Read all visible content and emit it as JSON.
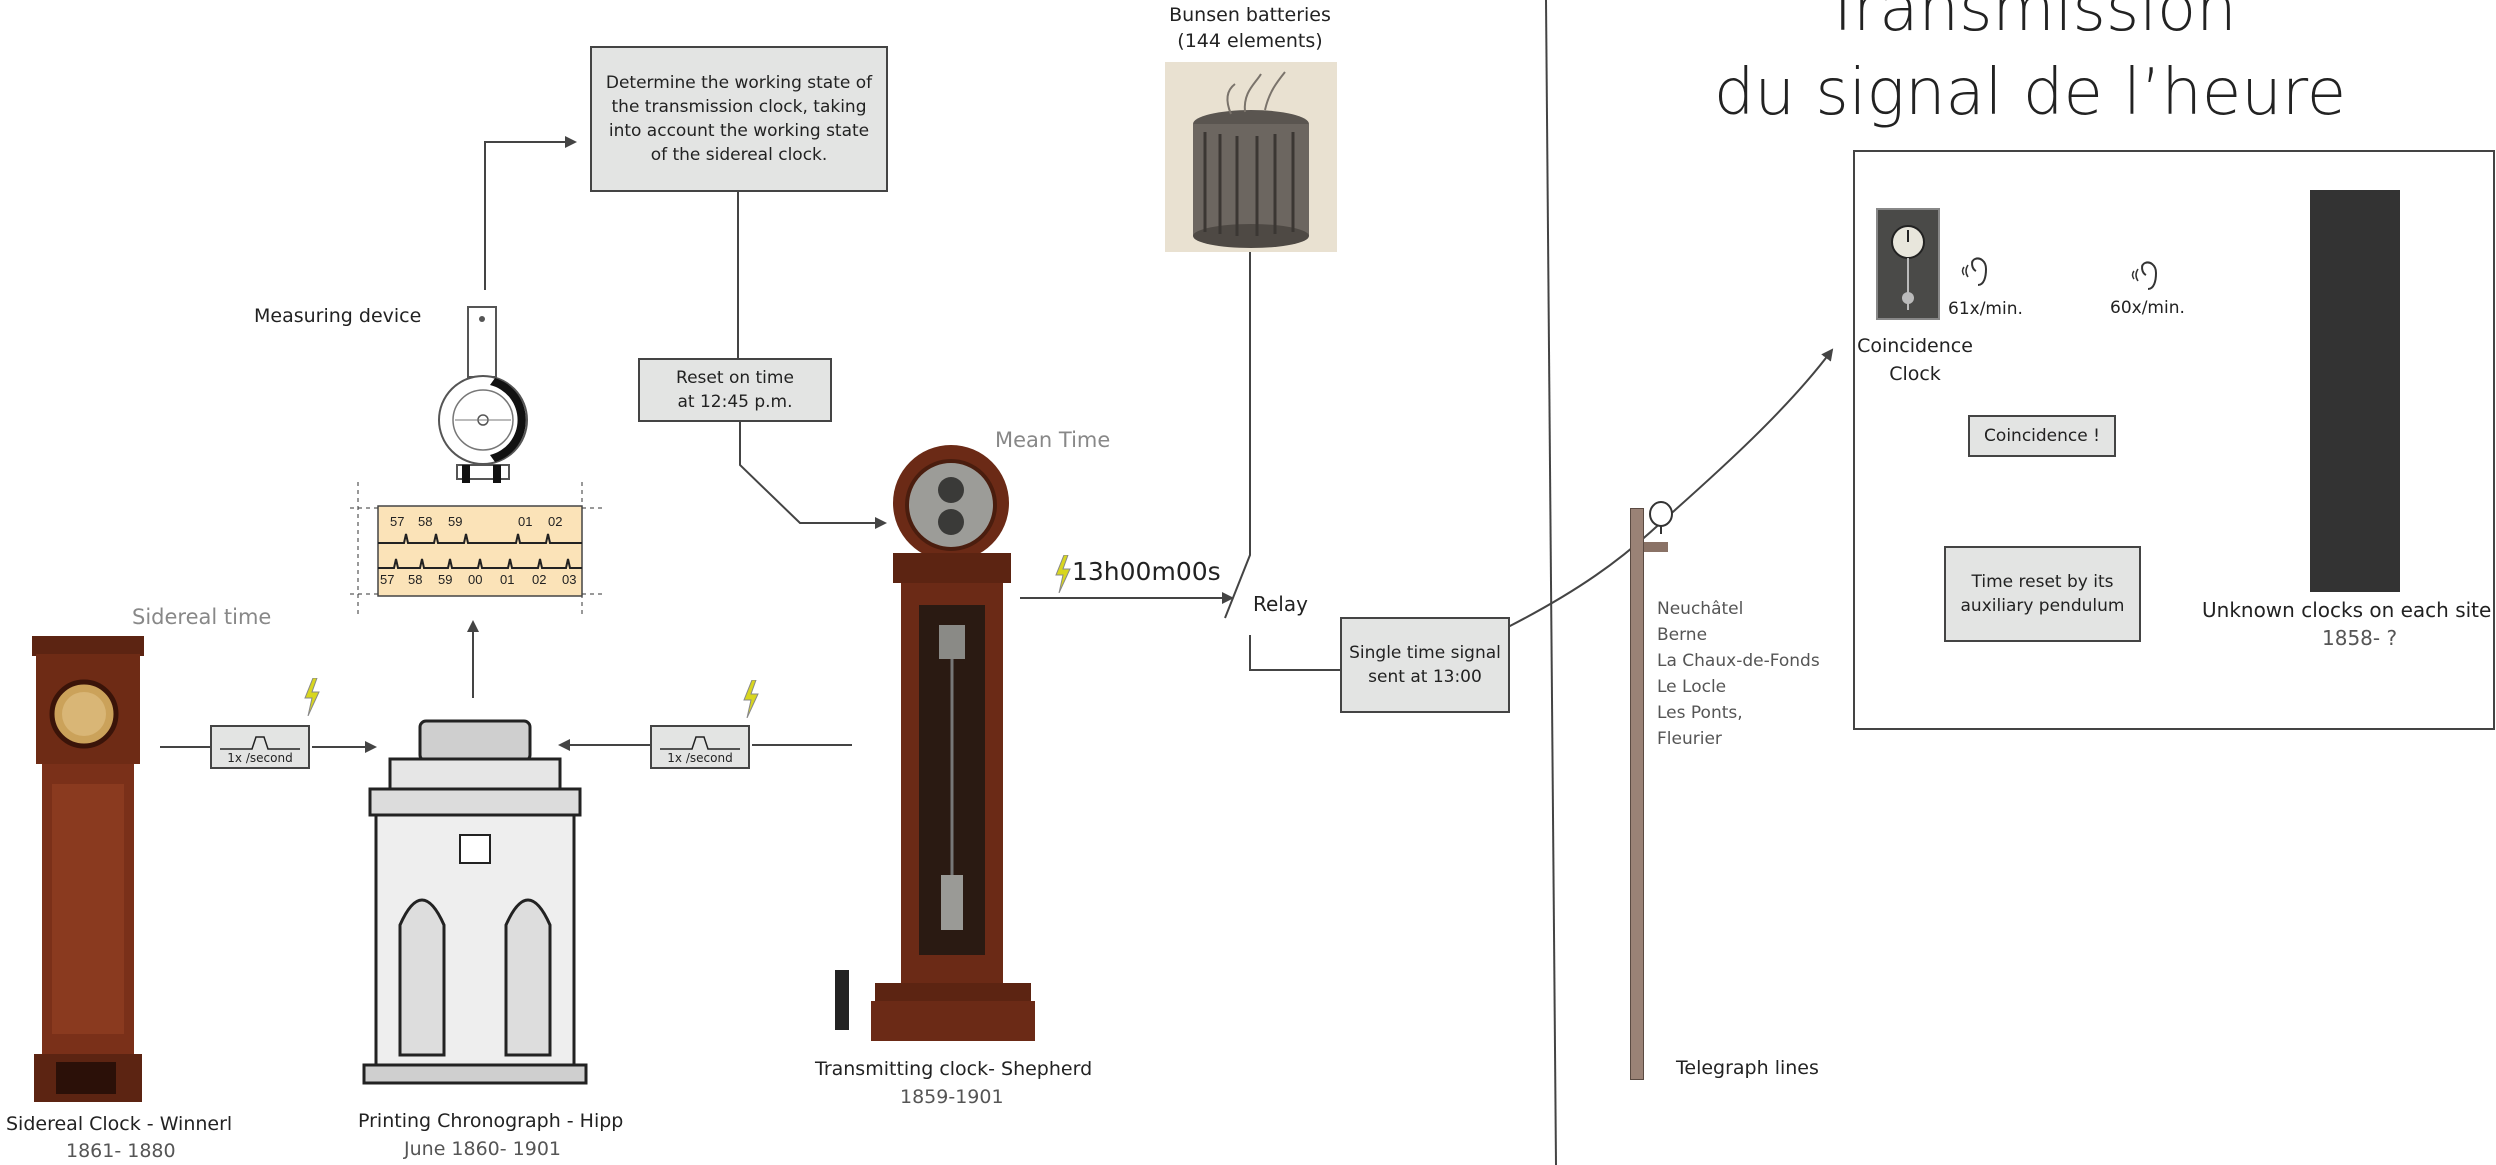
{
  "title": {
    "line1": "Transmission",
    "line2": "du signal de l’heure"
  },
  "left": {
    "batteries": {
      "line1": "Bunsen batteries",
      "line2": "(144 elements)"
    },
    "determine_box": "Determine the working state of the transmission clock, taking into account the working state of the sidereal clock.",
    "measuring_device": "Measuring device",
    "reset_box": {
      "line1": "Reset on time",
      "line2": "at 12:45 p.m."
    },
    "mean_time": "Mean Time",
    "sidereal_time": "Sidereal time",
    "signal_time": "13h00m00s",
    "relay": "Relay",
    "single_signal_box": {
      "line1": "Single time signal",
      "line2": "sent at 13:00"
    },
    "pulse_label": "1x /second",
    "tape": {
      "top": [
        "57",
        "58",
        "59",
        "01",
        "02"
      ],
      "bottom": [
        "57",
        "58",
        "59",
        "00",
        "01",
        "02",
        "03"
      ]
    },
    "sidereal_clock": {
      "name": "Sidereal Clock - Winnerl",
      "years": "1861- 1880"
    },
    "chronograph": {
      "name": "Printing Chronograph - Hipp",
      "years": "June 1860- 1901"
    },
    "transmitting_clock": {
      "name": "Transmitting clock- Shepherd",
      "years": "1859-1901"
    }
  },
  "right": {
    "cities": [
      "Neuchâtel",
      "Berne",
      "La Chaux-de-Fonds",
      "Le Locle",
      "Les Ponts,",
      "Fleurier"
    ],
    "telegraph": "Telegraph lines",
    "coincidence_clock": {
      "line1": "Coincidence",
      "line2": "Clock"
    },
    "rate_61": "61x/min.",
    "rate_60": "60x/min.",
    "coincidence_box": "Coincidence !",
    "reset_aux_box": {
      "line1": "Time reset by its",
      "line2": "auxiliary pendulum"
    },
    "unknown_clocks": {
      "name": "Unknown clocks on each site",
      "years": "1858- ?"
    }
  },
  "colors": {
    "box_fill": "#e3e4e3",
    "tape_fill": "#fbe3b8",
    "wood": "#6b2a16",
    "bolt": "#d8d61f",
    "pole": "#9a8276",
    "dark_bar": "#333333"
  }
}
